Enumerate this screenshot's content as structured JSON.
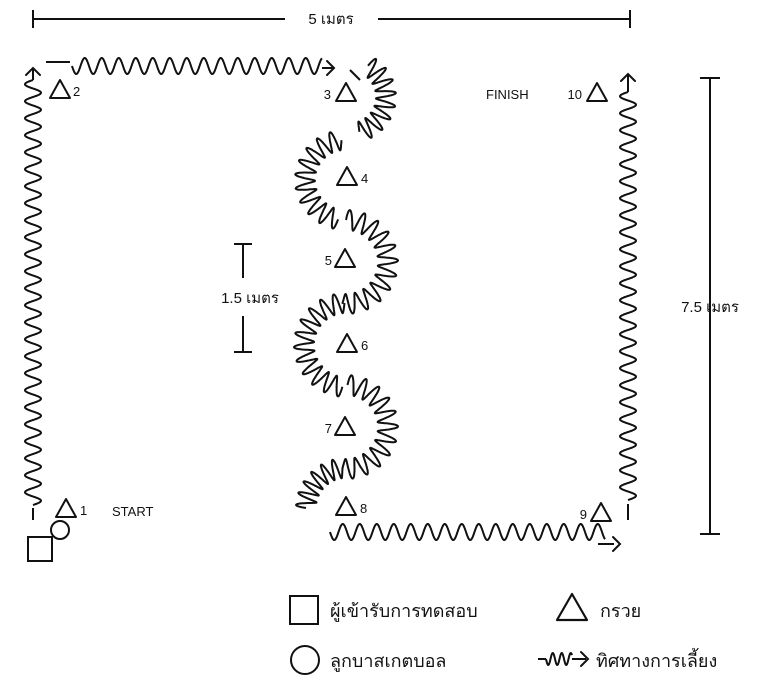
{
  "dimensions": {
    "width_label": "5 เมตร",
    "height_label": "7.5 เมตร",
    "spacing_label": "1.5 เมตร"
  },
  "labels": {
    "start": "START",
    "finish": "FINISH"
  },
  "cones": [
    "1",
    "2",
    "3",
    "4",
    "5",
    "6",
    "7",
    "8",
    "9",
    "10"
  ],
  "legend": {
    "tester": "ผู้เข้ารับการทดสอบ",
    "cone": "กรวย",
    "ball": "ลูกบาสเกตบอล",
    "direction": "ทิศทางการเลี้ยง"
  },
  "colors": {
    "ink": "#111111",
    "background": "#ffffff"
  }
}
